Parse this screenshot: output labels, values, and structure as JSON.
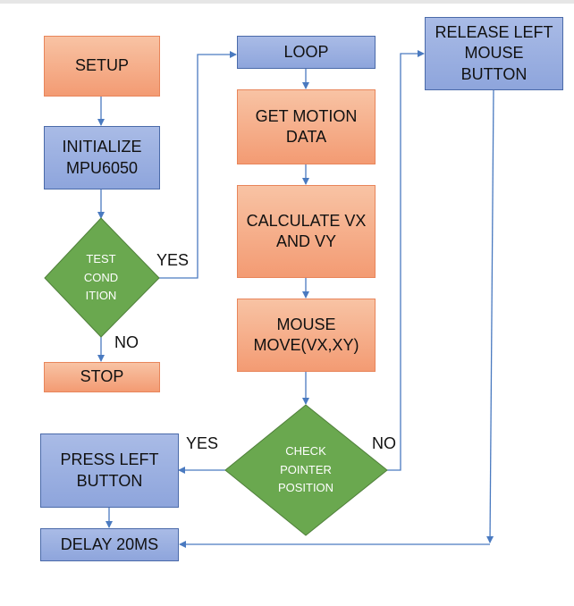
{
  "nodes": {
    "setup": "SETUP",
    "initialize": "INITIALIZE MPU6050",
    "test_condition": "TEST COND ITION",
    "stop": "STOP",
    "loop": "LOOP",
    "get_motion": "GET MOTION DATA",
    "calculate": "CALCULATE VX AND VY",
    "mouse_move": "MOUSE MOVE(VX,XY)",
    "check_pointer": "CHECK POINTER POSITION",
    "press_left": "PRESS LEFT BUTTON",
    "delay": "DELAY 20MS",
    "release_left": "RELEASE LEFT MOUSE BUTTON"
  },
  "edge_labels": {
    "test_yes": "YES",
    "test_no": "NO",
    "check_yes": "YES",
    "check_no": "NO"
  },
  "colors": {
    "orange_fill": "#f4a27c",
    "blue_fill": "#94aadf",
    "green_fill": "#6aa84f",
    "arrow": "#4a7ac0"
  }
}
